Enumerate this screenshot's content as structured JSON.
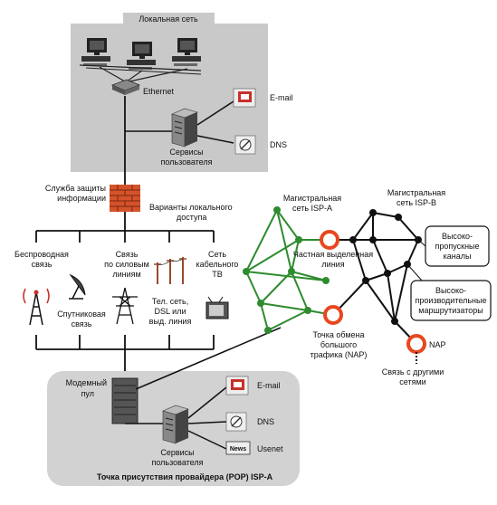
{
  "labels": {
    "lan_title": "Локальная сеть",
    "ethernet": "Ethernet",
    "lan_email": "E-mail",
    "lan_dns": "DNS",
    "lan_services_1": "Сервисы",
    "lan_services_2": "пользователя",
    "security_1": "Служба защиты",
    "security_2": "информации",
    "access_1": "Варианты локального",
    "access_2": "доступа",
    "wireless_1": "Беспроводная",
    "wireless_2": "связь",
    "satellite_1": "Спутниковая",
    "satellite_2": "связь",
    "power_1": "Связь",
    "power_2": "по силовым",
    "power_3": "линиям",
    "dsl_1": "Тел. сеть,",
    "dsl_2": "DSL или",
    "dsl_3": "выд. линия",
    "cable_1": "Сеть",
    "cable_2": "кабельного",
    "cable_3": "ТВ",
    "isp_a_1": "Магистральная",
    "isp_a_2": "сеть ISP-A",
    "isp_b_1": "Магистральная",
    "isp_b_2": "сеть ISP-B",
    "leased_1": "Частная выделенная",
    "leased_2": "линия",
    "nap_1": "Точка обмена",
    "nap_2": "большого",
    "nap_3": "трафика (NAP)",
    "nap": "NAP",
    "other_1": "Связь с другими",
    "other_2": "сетями",
    "hs_1": "Высоко-",
    "hs_2": "пропускные",
    "hs_3": "каналы",
    "hp_1": "Высоко-",
    "hp_2": "производительные",
    "hp_3": "маршрутизаторы",
    "modem_1": "Модемный",
    "modem_2": "пул",
    "pop_email": "E-mail",
    "pop_dns": "DNS",
    "usenet": "Usenet",
    "news": "News",
    "pop_services_1": "Сервисы",
    "pop_services_2": "пользователя",
    "pop_title": "Точка присутствия провайдера (POP) ISP-A"
  },
  "colors": {
    "lan_bg": "#c9c9c9",
    "pop_bg": "#d2d2d2",
    "isp_a": "#2e8b2e",
    "isp_b": "#111111",
    "exchange": "#e8471f",
    "firewall": "#d4532b"
  }
}
